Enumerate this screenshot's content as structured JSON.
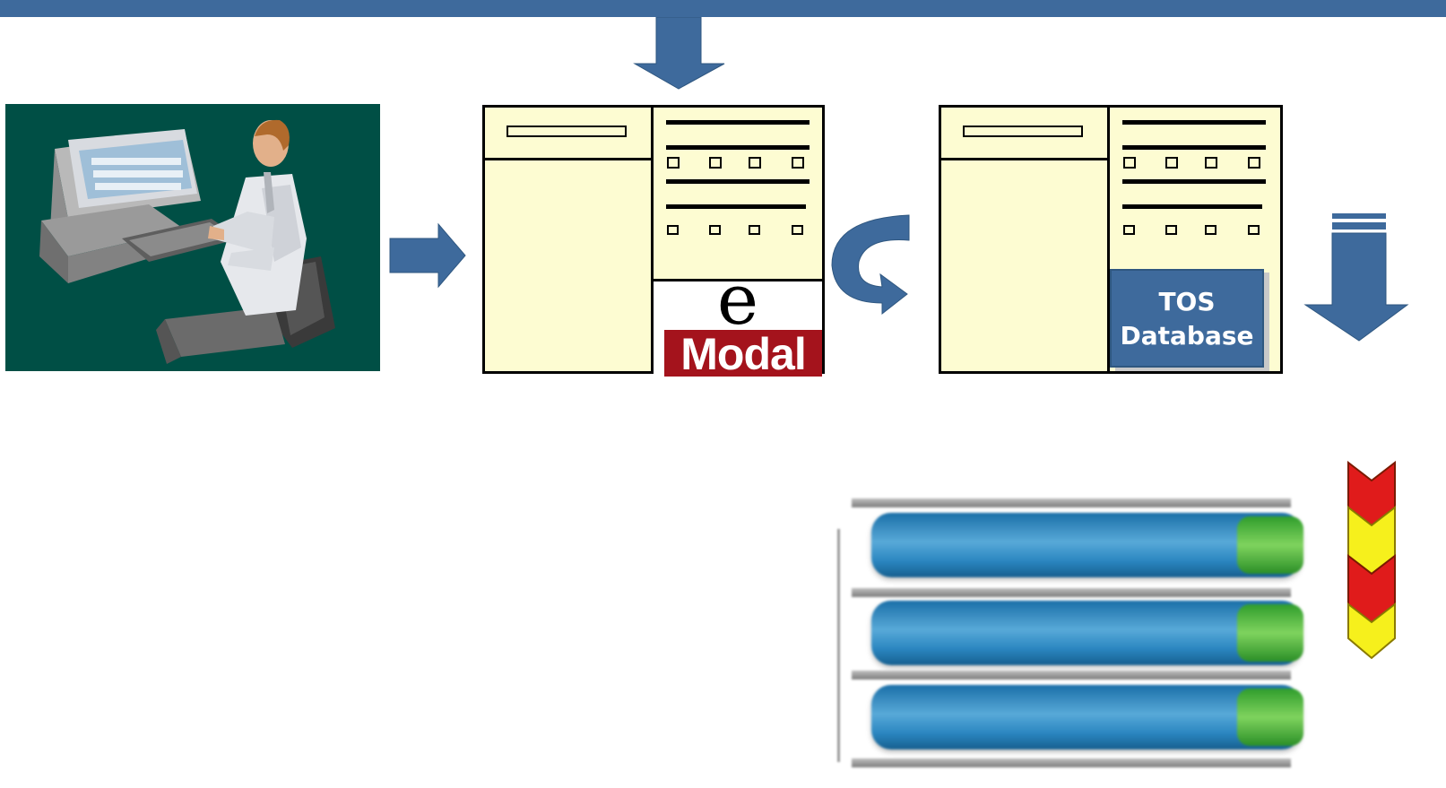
{
  "title": "",
  "diagram": {
    "tos_label_line1": "TOS",
    "tos_label_line2": "Database",
    "emodal_e": "e",
    "emodal_word": "Modal"
  },
  "colors": {
    "accent_blue": "#3e6a9c",
    "server_fill": "#fdfcd2",
    "emodal_red": "#a4131c",
    "scene_bg": "#004f45",
    "rack_blue": "#2a86c0",
    "rack_green": "#3fae37",
    "chevron_red": "#e01b1b",
    "chevron_yellow": "#f6f01c"
  },
  "icons": {
    "user": "person-at-computer-icon",
    "arrow_right": "arrow-right-icon",
    "arrow_down_top": "arrow-down-icon",
    "arrow_curved": "curved-arrow-icon",
    "arrow_down_right": "arrow-down-icon",
    "storage": "server-rack-icon",
    "chevrons": "chevron-down-icon"
  }
}
